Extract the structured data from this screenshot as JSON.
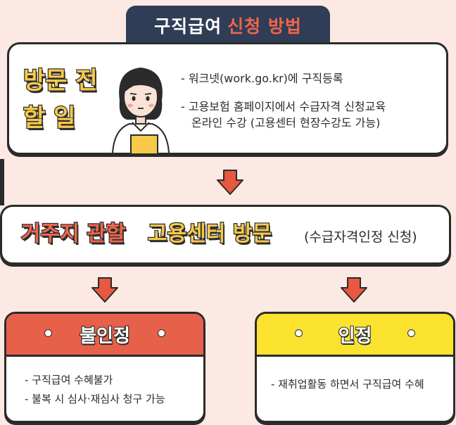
{
  "title": {
    "main": "구직급여",
    "highlight": "신청 방법"
  },
  "before_visit": {
    "label_line1": "방문 전",
    "label_line2": "할 일",
    "bullets": [
      "- 워크넷(work.go.kr)에 구직등록",
      "- 고용보험 홈페이지에서 수급자격 신청교육",
      "온라인 수강 (고용센터 현장수강도 가능)"
    ]
  },
  "visit": {
    "part1": "거주지 관할",
    "part2": "고용센터 방문",
    "sub": "(수급자격인정 신청)"
  },
  "reject": {
    "title": "불인정",
    "items": [
      "- 구직급여 수혜불가",
      "- 불복 시 심사·재심사 청구 가능"
    ]
  },
  "approve": {
    "title": "인정",
    "items": [
      "- 재취업활동 하면서 구직급여 수혜"
    ]
  },
  "colors": {
    "title_bg": "#2f3d56",
    "accent_red": "#f0644b",
    "accent_yellow": "#f7c94a",
    "approve_yellow": "#fbe22f",
    "background": "#fce9e3"
  }
}
